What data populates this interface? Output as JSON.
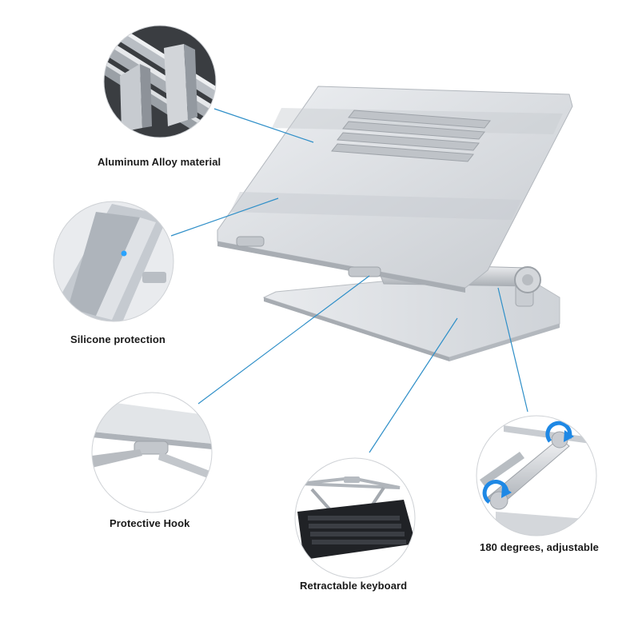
{
  "features": [
    {
      "id": "aluminum",
      "label": "Aluminum Alloy material"
    },
    {
      "id": "silicone",
      "label": "Silicone protection"
    },
    {
      "id": "hook",
      "label": "Protective Hook"
    },
    {
      "id": "keyboard",
      "label": "Retractable keyboard"
    },
    {
      "id": "adjust",
      "label": "180 degrees, adjustable"
    }
  ],
  "angle_labels": [
    "180°",
    "180°"
  ],
  "colors": {
    "callout_line": "#2f8fc8",
    "accent_arrow": "#1e88e5",
    "caption_text": "#1a1a1a",
    "aluminum": "#d9dce0"
  }
}
